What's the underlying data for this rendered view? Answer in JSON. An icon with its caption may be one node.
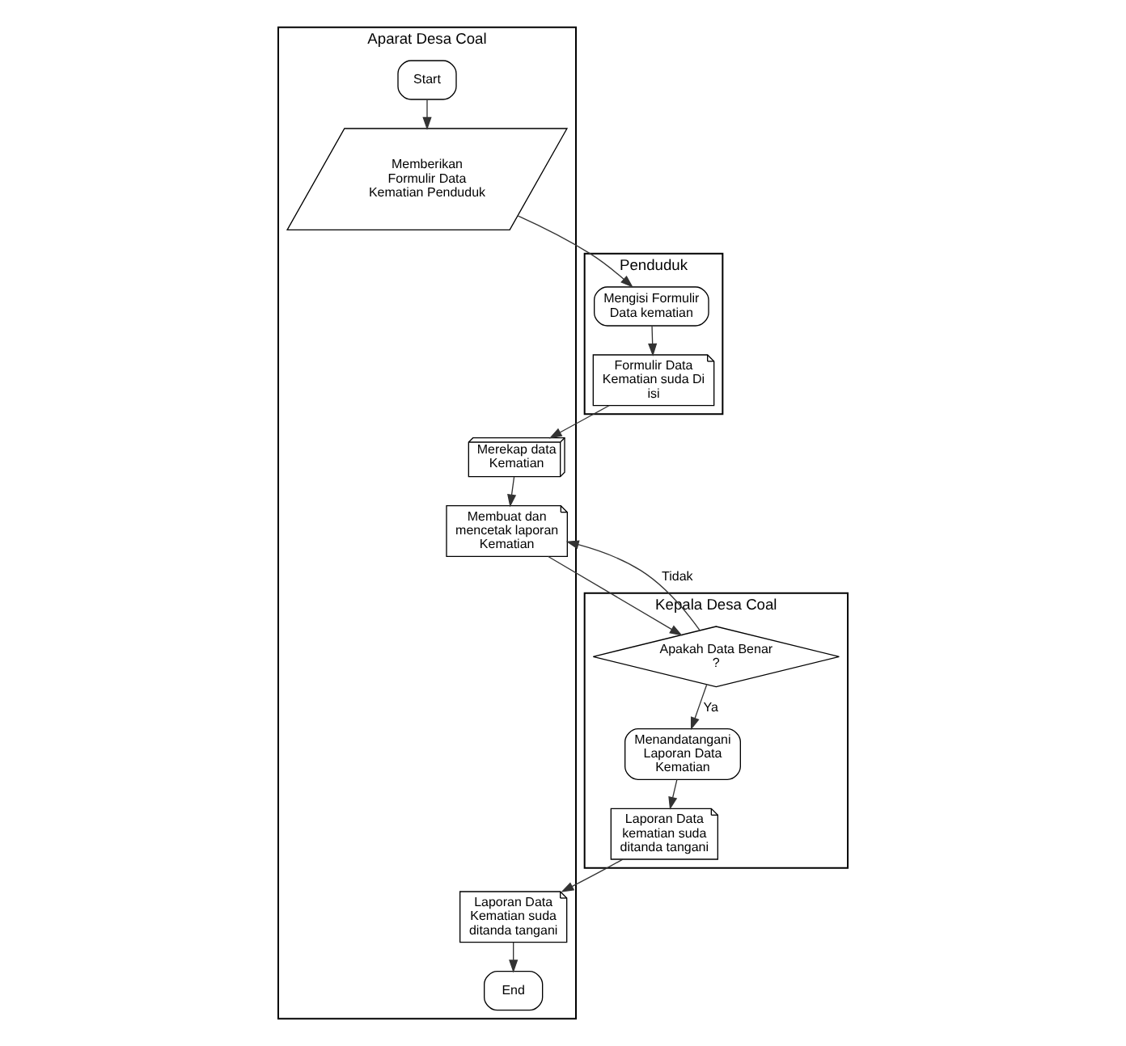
{
  "diagram": {
    "nodes": [
      {
        "text": [
          "Aparat Desa Coal"
        ]
      },
      {
        "text": [
          "Penduduk"
        ]
      },
      {
        "text": [
          "Kepala Desa Coal"
        ]
      },
      {
        "text": [
          "Start"
        ],
        "in": 0
      },
      {
        "text": [
          "Memberikan Formulir Data Kematian Penduduk"
        ],
        "in": 0
      },
      {
        "text": [
          "Mengisi Formulir Data kematian"
        ],
        "in": 1
      },
      {
        "text": [
          "Formulir Data Kematian suda Di isi"
        ],
        "in": 1
      },
      {
        "text": [
          "Merekap data Kematian"
        ],
        "in": 0
      },
      {
        "text": [
          "Membuat dan mencetak laporan Kematian"
        ],
        "in": 0
      },
      {
        "text": [
          "Apakah Data Benar ?"
        ],
        "in": 2
      },
      {
        "text": [
          "Menandatangani Laporan Data Kematian"
        ],
        "in": 2
      },
      {
        "text": [
          "Laporan Data kematian suda ditanda tangani"
        ],
        "in": 2
      },
      {
        "text": [
          "Laporan Data Kematian suda ditanda tangani"
        ],
        "in": 0
      },
      {
        "text": [
          "End"
        ],
        "in": 0
      }
    ],
    "edges": [
      {
        "from": 3,
        "to": 4,
        "arrow": "to"
      },
      {
        "from": 4,
        "to": 5,
        "arrow": "to"
      },
      {
        "from": 5,
        "to": 6,
        "arrow": "to"
      },
      {
        "from": 6,
        "to": 7,
        "arrow": "to"
      },
      {
        "from": 7,
        "to": 8,
        "arrow": "to"
      },
      {
        "from": 8,
        "to": 9,
        "arrow": "to"
      },
      {
        "from": 9,
        "to": 8,
        "arrow": "to",
        "label": "Tidak"
      },
      {
        "from": 9,
        "to": 10,
        "arrow": "to",
        "label": "Ya"
      },
      {
        "from": 10,
        "to": 11,
        "arrow": "to"
      },
      {
        "from": 11,
        "to": 12,
        "arrow": "to"
      },
      {
        "from": 12,
        "to": 13,
        "arrow": "to"
      }
    ]
  }
}
